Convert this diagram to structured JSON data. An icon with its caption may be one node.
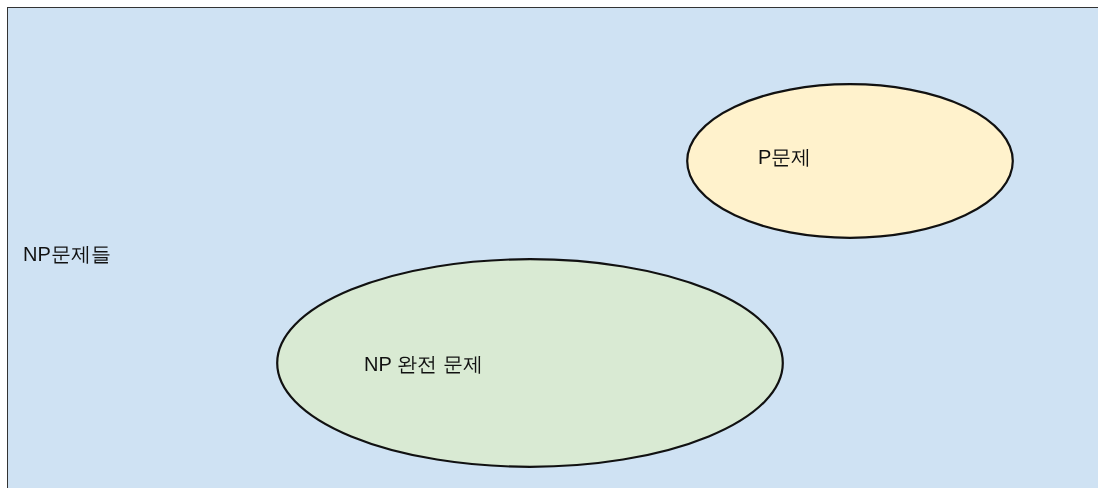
{
  "diagram": {
    "nodes": [
      {
        "text": [
          "NP문제들"
        ]
      },
      {
        "text": [
          "P문제"
        ],
        "in": 0
      },
      {
        "text": [
          "NP 완전 문제"
        ],
        "in": 0
      }
    ]
  }
}
